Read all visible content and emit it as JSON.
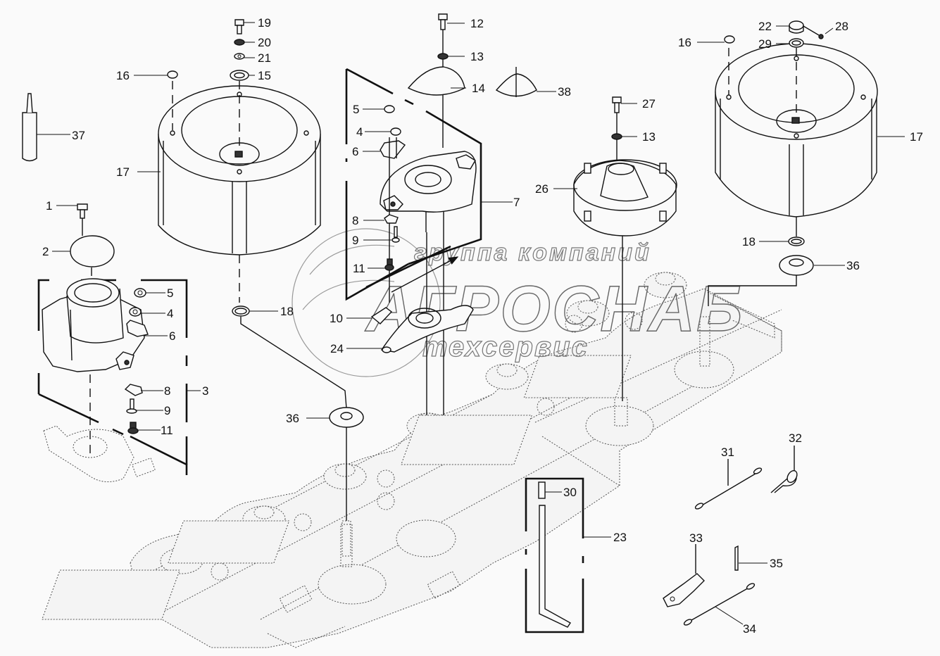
{
  "diagram": {
    "type": "exploded-parts-diagram",
    "subject": "Mower cutterbar drums and discs",
    "callouts": [
      {
        "id": "c1",
        "text": "1"
      },
      {
        "id": "c2",
        "text": "2"
      },
      {
        "id": "c3",
        "text": "3"
      },
      {
        "id": "c4a",
        "text": "4"
      },
      {
        "id": "c4b",
        "text": "4"
      },
      {
        "id": "c5a",
        "text": "5"
      },
      {
        "id": "c5b",
        "text": "5"
      },
      {
        "id": "c6a",
        "text": "6"
      },
      {
        "id": "c6b",
        "text": "6"
      },
      {
        "id": "c7",
        "text": "7"
      },
      {
        "id": "c8a",
        "text": "8"
      },
      {
        "id": "c8b",
        "text": "8"
      },
      {
        "id": "c9a",
        "text": "9"
      },
      {
        "id": "c9b",
        "text": "9"
      },
      {
        "id": "c10",
        "text": "10"
      },
      {
        "id": "c11a",
        "text": "11"
      },
      {
        "id": "c11b",
        "text": "11"
      },
      {
        "id": "c12",
        "text": "12"
      },
      {
        "id": "c13a",
        "text": "13"
      },
      {
        "id": "c13b",
        "text": "13"
      },
      {
        "id": "c14",
        "text": "14"
      },
      {
        "id": "c15",
        "text": "15"
      },
      {
        "id": "c16a",
        "text": "16"
      },
      {
        "id": "c16b",
        "text": "16"
      },
      {
        "id": "c17a",
        "text": "17"
      },
      {
        "id": "c17b",
        "text": "17"
      },
      {
        "id": "c18a",
        "text": "18"
      },
      {
        "id": "c18b",
        "text": "18"
      },
      {
        "id": "c19",
        "text": "19"
      },
      {
        "id": "c20",
        "text": "20"
      },
      {
        "id": "c21",
        "text": "21"
      },
      {
        "id": "c22",
        "text": "22"
      },
      {
        "id": "c23",
        "text": "23"
      },
      {
        "id": "c24",
        "text": "24"
      },
      {
        "id": "c26",
        "text": "26"
      },
      {
        "id": "c27",
        "text": "27"
      },
      {
        "id": "c28",
        "text": "28"
      },
      {
        "id": "c29",
        "text": "29"
      },
      {
        "id": "c30",
        "text": "30"
      },
      {
        "id": "c31",
        "text": "31"
      },
      {
        "id": "c32",
        "text": "32"
      },
      {
        "id": "c33",
        "text": "33"
      },
      {
        "id": "c34",
        "text": "34"
      },
      {
        "id": "c35",
        "text": "35"
      },
      {
        "id": "c36a",
        "text": "36"
      },
      {
        "id": "c36b",
        "text": "36"
      },
      {
        "id": "c37",
        "text": "37"
      },
      {
        "id": "c38",
        "text": "38"
      }
    ]
  },
  "watermark": {
    "line1": "группа компаний",
    "line2": "АГРОСНАБ",
    "line3": "техсервис"
  }
}
